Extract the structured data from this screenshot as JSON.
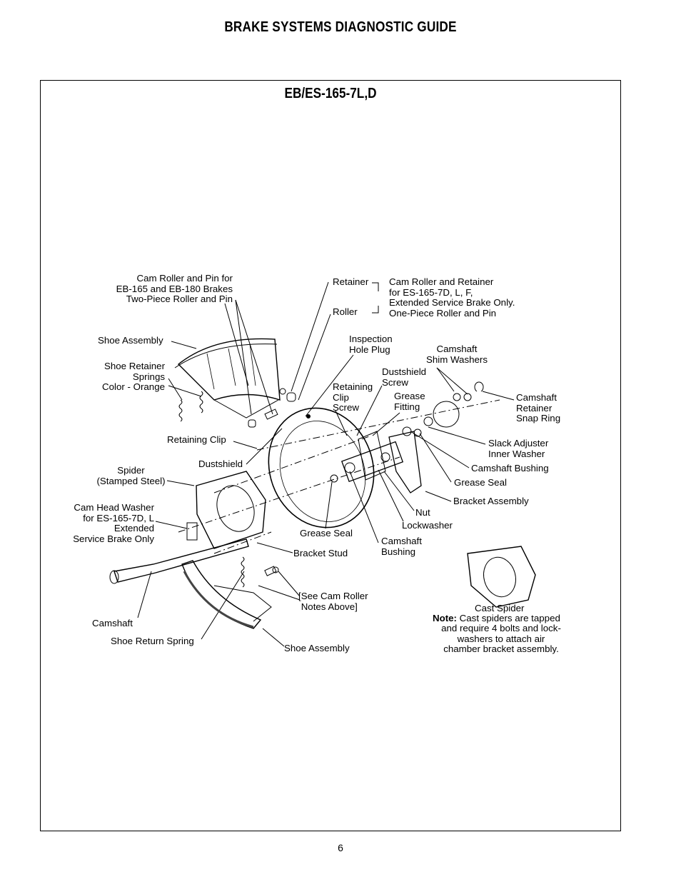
{
  "header": {
    "title": "BRAKE SYSTEMS DIAGNOSTIC GUIDE"
  },
  "diagram": {
    "title": "EB/ES-165-7L,D",
    "labels": {
      "cam_roller_pin": "Cam Roller and Pin for\nEB-165 and EB-180 Brakes\nTwo-Piece Roller and Pin",
      "retainer": "Retainer",
      "roller": "Roller",
      "cam_roller_retainer": "Cam Roller and Retainer\nfor ES-165-7D, L, F,\nExtended Service Brake Only.\nOne-Piece Roller and Pin",
      "shoe_assembly_top": "Shoe Assembly",
      "inspection_hole_plug": "Inspection\nHole Plug",
      "camshaft_shim_washers": "Camshaft\nShim Washers",
      "shoe_retainer_springs": "Shoe Retainer\nSprings\nColor - Orange",
      "dustshield_screw": "Dustshield\nScrew",
      "retaining_clip_screw": "Retaining\nClip\nScrew",
      "grease_fitting": "Grease\nFitting",
      "camshaft_retainer_snap_ring": "Camshaft\nRetainer\nSnap Ring",
      "retaining_clip": "Retaining Clip",
      "slack_adjuster_inner_washer": "Slack Adjuster\nInner Washer",
      "dustshield": "Dustshield",
      "camshaft_bushing_right": "Camshaft Bushing",
      "spider": "Spider\n(Stamped Steel)",
      "grease_seal_right": "Grease Seal",
      "bracket_assembly": "Bracket Assembly",
      "cam_head_washer": "Cam Head Washer\nfor ES-165-7D, L\nExtended\nService Brake Only",
      "nut": "Nut",
      "lockwasher": "Lockwasher",
      "grease_seal_left": "Grease Seal",
      "camshaft_bushing_lower": "Camshaft\nBushing",
      "bracket_stud": "Bracket Stud",
      "cast_spider": "Cast Spider",
      "see_cam_roller": "[See Cam Roller\n Notes Above]",
      "note_label": "Note:",
      "note_text": " Cast spiders are tapped",
      "note_rest": "and require 4 bolts and lock-\nwashers to attach air\nchamber bracket assembly.",
      "camshaft": "Camshaft",
      "shoe_return_spring": "Shoe Return Spring",
      "shoe_assembly_bottom": "Shoe Assembly"
    }
  },
  "footer": {
    "page_number": "6"
  }
}
